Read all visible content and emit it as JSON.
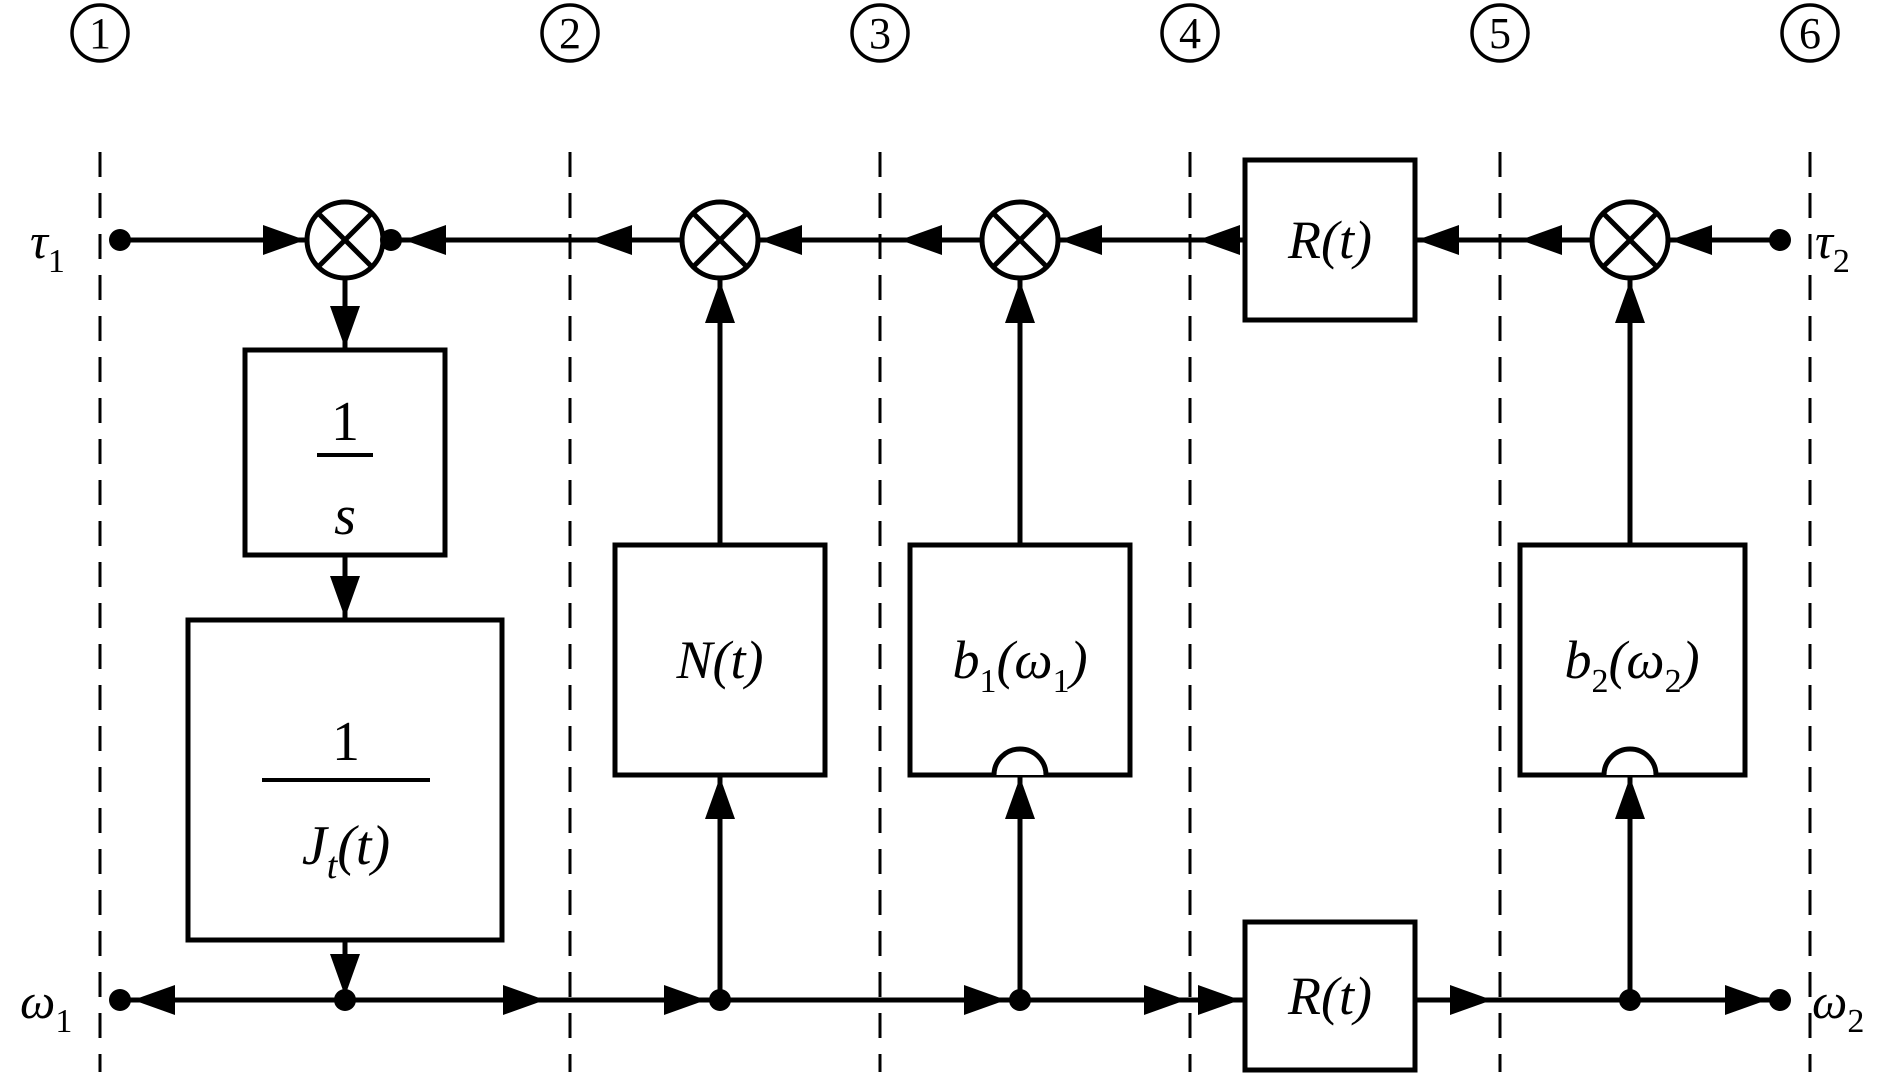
{
  "colors": {
    "line": "#000000",
    "background": "#ffffff"
  },
  "lanes": [
    "1",
    "2",
    "3",
    "4",
    "5",
    "6"
  ],
  "labels": {
    "tau1": {
      "base": "τ",
      "sub": "1"
    },
    "tau2": {
      "base": "τ",
      "sub": "2"
    },
    "omega1": {
      "base": "ω",
      "sub": "1"
    },
    "omega2": {
      "base": "ω",
      "sub": "2"
    }
  },
  "blocks": {
    "integrator": {
      "num": "1",
      "den": "s"
    },
    "inertia": {
      "num": "1",
      "den_base": "J",
      "den_sub": "t",
      "den_rest": "(t)"
    },
    "friction": "N(t)",
    "b1": {
      "base": "b",
      "sub": "1",
      "rest": "(ω",
      "rest_sub": "1",
      "close": ")"
    },
    "b2": {
      "base": "b",
      "sub": "2",
      "rest": "(ω",
      "rest_sub": "2",
      "close": ")"
    },
    "r_top": "R(t)",
    "r_bottom": "R(t)"
  }
}
